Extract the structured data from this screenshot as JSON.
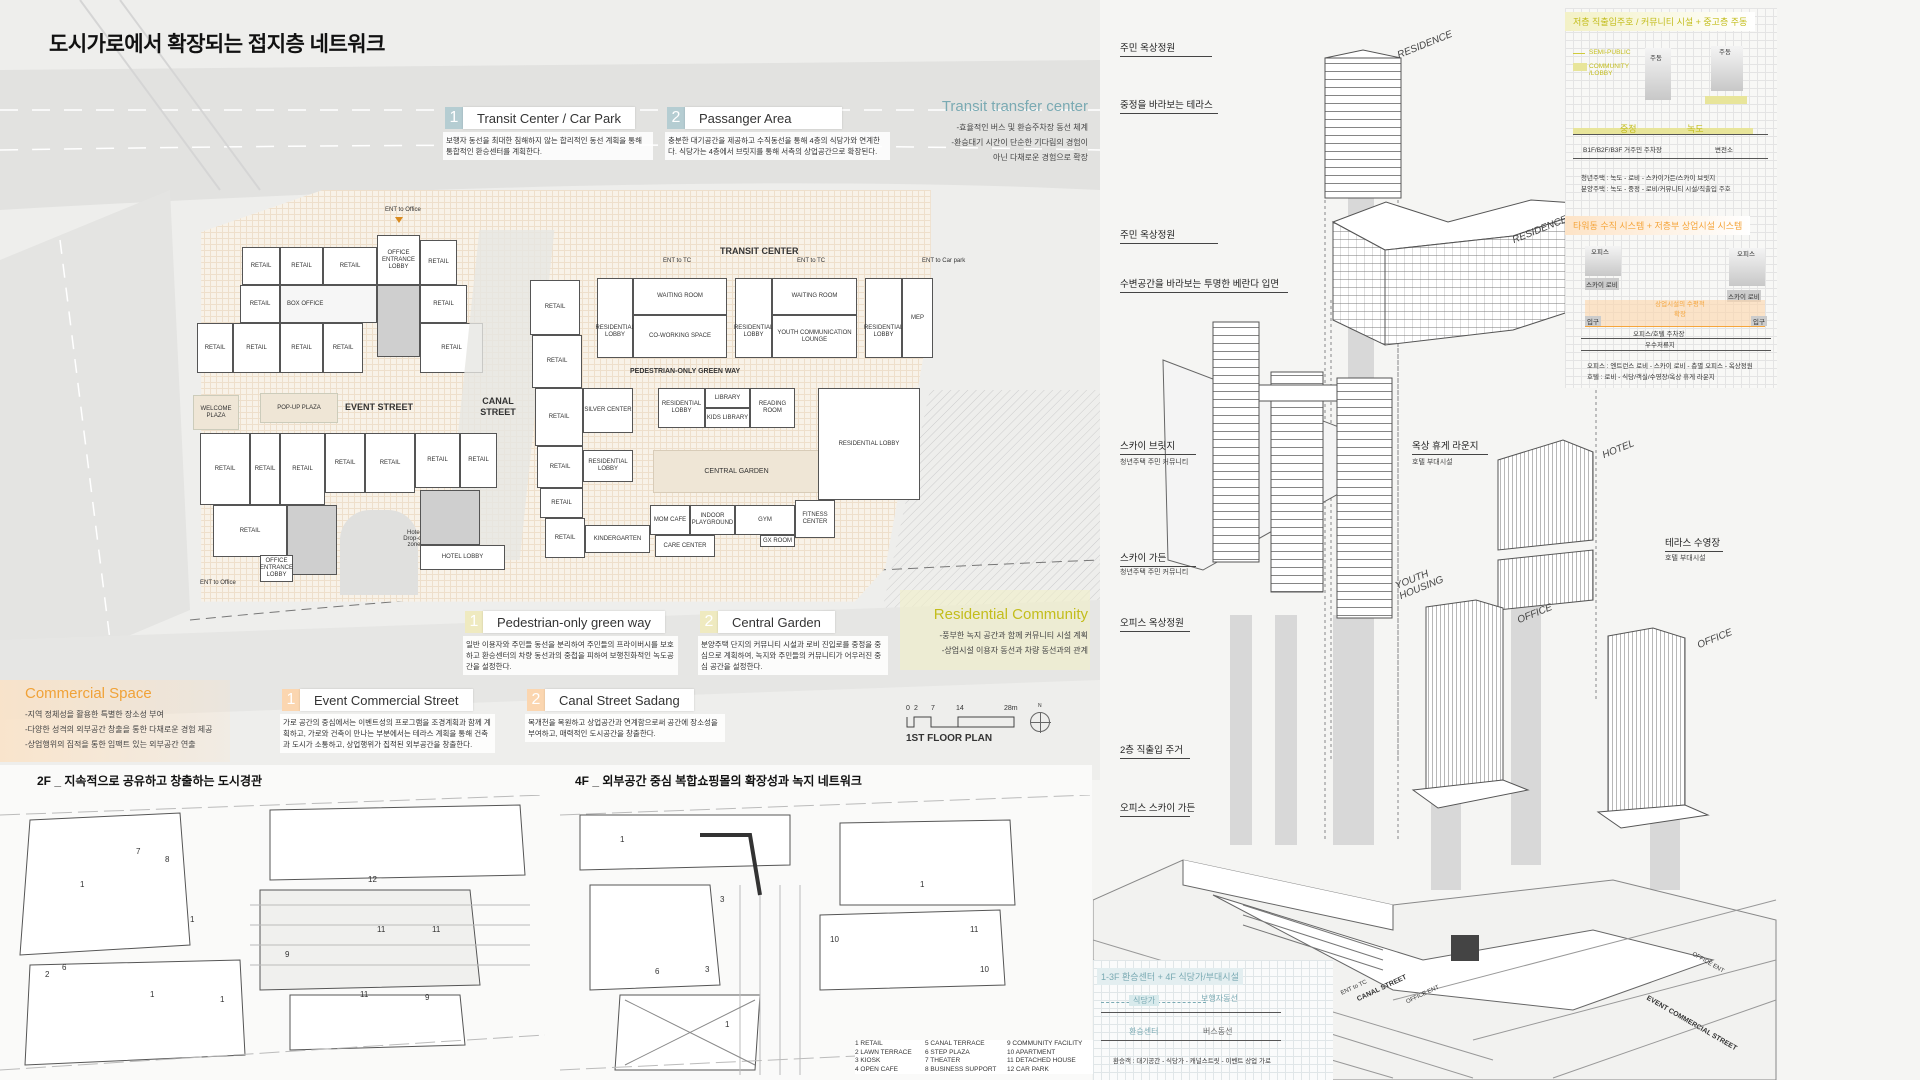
{
  "title": "도시가로에서 확장되는 접지층 네트워크",
  "transit": {
    "category": "Transit transfer center",
    "bullets": [
      "-효율적인 버스 및 환승주차장 동선 체계",
      "-환승대기 시간이 단순한 기다림의 경험이",
      "아닌 다채로운 경험으로 확장"
    ],
    "items": [
      {
        "num": "1",
        "title": "Transit Center / Car Park",
        "desc": "보행자 동선을 최대한 침해하지 않는 합리적인 동선 계획을 통해 통합적인 환승센터를 계획한다."
      },
      {
        "num": "2",
        "title": "Passanger Area",
        "desc": "충분한 대기공간을 제공하고 수직동선을 통해 4층의 식당가와 연계한다. 식당가는 4층에서 브릿지를 통해 서측의 상업공간으로 확장된다."
      }
    ]
  },
  "residential": {
    "category": "Residential Community",
    "bullets": [
      "-풍부한 녹지 공간과 함께 커뮤니티 시설 계획",
      "-상업시설 이용자 동선과 차량 동선과의 관계"
    ],
    "items": [
      {
        "num": "1",
        "title": "Pedestrian-only green way",
        "desc": "일반 이용자와 주민들 동선을 분리하여 주민들의 프라이버시를 보호하고 환승센터의 차량 동선과의 중첩을 피하여 보행친화적인 녹도공간을 설정한다."
      },
      {
        "num": "2",
        "title": "Central Garden",
        "desc": "분양주택 단지의 커뮤니티 시설과 로비 진입로를 중정을 중심으로 계획하여, 녹지와 주민들의 커뮤니티가 어우러진 중심 공간을 설정한다."
      }
    ]
  },
  "commercial": {
    "category": "Commercial Space",
    "bullets": [
      "-지역 정체성을 활용한 특별한 장소성 부여",
      "-다양한 성격의 외부공간 창출을 통한 다채로운 경험 제공",
      "-상업행위의 집적을 통한 임팩트 있는 외부공간 연출"
    ],
    "items": [
      {
        "num": "1",
        "title": "Event Commercial Street",
        "desc": "가로 공간의 중심에서는 이벤트성의 프로그램을 조경계획과 함께 계획하고, 가로와 건축이 만나는 부분에서는 테라스 계획을 통해 건축과 도시가 소통하고, 상업행위가 집적된 외부공간을 창출한다."
      },
      {
        "num": "2",
        "title": "Canal Street Sadang",
        "desc": "복개천을 복원하고 상업공간과 연계함으로써 공간에 장소성을 부여하고, 매력적인 도시공간을 창출한다."
      }
    ]
  },
  "scale": {
    "ticks": [
      "0",
      "2",
      "7",
      "14",
      "28m"
    ],
    "north": "N",
    "plan_title": "1ST FLOOR PLAN"
  },
  "plan": {
    "ent_office": "ENT to Office",
    "ent_tc": "ENT to TC",
    "ent_car": "ENT to Car park",
    "transit_center": "TRANSIT CENTER",
    "green_way": "PEDESTRIAN-ONLY GREEN WAY",
    "event_street": "EVENT STREET",
    "canal_street": "CANAL STREET",
    "welcome_plaza": "WELCOME PLAZA",
    "popup_plaza": "POP-UP PLAZA",
    "central_garden": "CENTRAL GARDEN",
    "hotel_dropoff": "Hotel Drop-off zone",
    "retail": "RETAIL",
    "office_lobby": "OFFICE ENTRANCE LOBBY",
    "box_office": "BOX OFFICE",
    "hotel_lobby": "HOTEL LOBBY",
    "waiting_room": "WAITING ROOM",
    "res_lobby": "RESIDENTIAL LOBBY",
    "coworking": "CO-WORKING SPACE",
    "youth_lounge": "YOUTH COMMUNICATION LOUNGE",
    "mep": "MEP",
    "library": "LIBRARY",
    "kids_library": "KIDS LIBRARY",
    "reading_room": "READING ROOM",
    "silver_center": "SILVER CENTER",
    "kindergarten": "KINDERGARTEN",
    "mom_cafe": "MOM CAFE",
    "indoor_playground": "INDOOR PLAYGROUND",
    "gym": "GYM",
    "fitness": "FITNESS CENTER",
    "gx_room": "GX ROOM",
    "care_center": "CARE CENTER"
  },
  "floor2": {
    "title": "2F _ 지속적으로 공유하고 창출하는 도시경관",
    "numbers": [
      "7",
      "8",
      "1",
      "12",
      "1",
      "11",
      "11",
      "9",
      "2",
      "6",
      "1",
      "1",
      "11",
      "9"
    ]
  },
  "floor4": {
    "title": "4F _ 외부공간 중심 복합쇼핑몰의 확장성과 녹지 네트워크",
    "numbers": [
      "1",
      "3",
      "1",
      "6",
      "3",
      "10",
      "11",
      "10",
      "1"
    ]
  },
  "legend": [
    "1  RETAIL",
    "2  LAWN TERRACE",
    "3  KIOSK",
    "4  OPEN CAFE",
    "5  CANAL TERRACE",
    "6  STEP PLAZA",
    "7  THEATER",
    "8  BUSINESS SUPPORT",
    "9  COMMUNITY FACILITY",
    "10  APARTMENT",
    "11  DETACHED HOUSE",
    "12  CAR PARK"
  ],
  "axon": {
    "labels": [
      {
        "text": "주민 옥상정원"
      },
      {
        "text": "중정을 바라보는 테라스"
      },
      {
        "text": "주민 옥상정원"
      },
      {
        "text": "수변공간을 바라보는 투명한 베란다 입면"
      },
      {
        "text": "스카이 브릿지",
        "sub": "청년주택 주민 커뮤니티"
      },
      {
        "text": "옥상 휴게 라운지",
        "sub": "호텔 부대시설"
      },
      {
        "text": "스카이 가든",
        "sub": "청년주택 주민 커뮤니티"
      },
      {
        "text": "테라스 수영장",
        "sub": "호텔 부대시설"
      },
      {
        "text": "오피스  옥상정원"
      },
      {
        "text": "2층 직출입 주거"
      },
      {
        "text": "오피스 스카이 가든"
      }
    ],
    "towers": [
      "RESIDENCE",
      "RESIDENCE",
      "HOTEL",
      "YOUTH HOUSING",
      "OFFICE",
      "OFFICE"
    ],
    "streets": [
      "CANAL STREET",
      "ENT to TC",
      "OFFICE ENT",
      "OFFICE ENT",
      "EVENT COMMERCIAL STREET"
    ]
  },
  "transfer_diagram": {
    "title": "1-3F 환승센터 + 4F 식당가/부대시설",
    "food": "식당가",
    "ped": "보행자동선",
    "transfer": "환승센터",
    "bus": "버스동선",
    "caption": "환승객 : 대기공간 - 식당가 - 캐널스트릿 - 이벤트 상업 가로"
  },
  "right_panel": {
    "header1": "저층 직출입주호 / 커뮤니티 시설 + 중고층 주동",
    "legend_semi": "SEMI-PUBLIC",
    "legend_comm": "COMMUNITY /LOBBY",
    "tower": "주동",
    "courtyard": "중정",
    "greenway": "녹도",
    "parking": "B1F/B2F/B3F 거주민 주차장",
    "substation": "변전소",
    "note1": "청년주택 : 녹도 - 로비 - 스카이가든/스카이 브릿지",
    "note2": "분양주택 : 녹도 - 중정 - 로비/커뮤니티 시설/직출입 주호",
    "header2": "타워동 수직 시스템 + 저층부 상업시설 시스템",
    "office": "오피스",
    "sky_lobby": "스카이 로비",
    "entrance": "입구",
    "expansion": "상업시설의 수평적 확장",
    "office_parking": "오피스/호텔 주차장",
    "reservoir": "우수저류지",
    "note3": "오피스 : 엔트런스 로비 - 스카이 로비 - 층별 오피스 - 옥상정원",
    "note4": "호텔 : 로비 - 식당/객실/수영장/옥상 휴게 라운지"
  },
  "colors": {
    "transit": "#7aaab3",
    "residential": "#c3bd1c",
    "commercial": "#f0a238",
    "orange_accent": "#f5a53c"
  }
}
